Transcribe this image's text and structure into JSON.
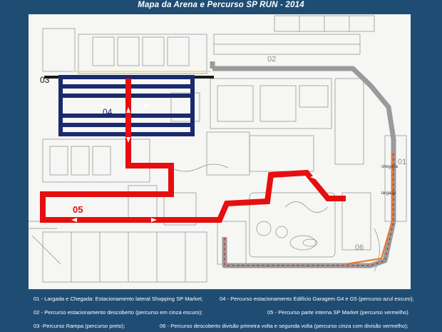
{
  "title": "Mapa da Arena e Percurso SP RUN  - 2014",
  "map": {
    "labels": {
      "r01": "01",
      "r02": "02",
      "r03": "03",
      "r04": "04",
      "r05": "05",
      "r06": "06",
      "chegada": "chegada",
      "largada": "largada"
    },
    "route_colors": {
      "r01": "#e8782b",
      "r02": "#9a9a9a",
      "r03": "#1a1a1a",
      "r04": "#1b2a6e",
      "r05": "#e60e0e",
      "r06": "#9a9a9a",
      "r03_accent": "#e8e05a"
    }
  },
  "legend": {
    "item1": "01 - Largada e Chegada: Estacionamento lateral Shopping SP Market;",
    "item2": "02 - Percurso estacionamento descoberto (percurso em cinza escuro);",
    "item3": "03 -Percurso Rampa (percurso preto);",
    "item4": "04 - Percurso estacionamento Edifício Garagem G4 e G5 (percurso azul escuro);",
    "item5": "05 - Percurso parte interna SP Market (percurso vermelho)",
    "item6": "06 - Percurso descoberto divisão primeira volta e segunda volta (percurso cinza com divisão vermelho);"
  }
}
